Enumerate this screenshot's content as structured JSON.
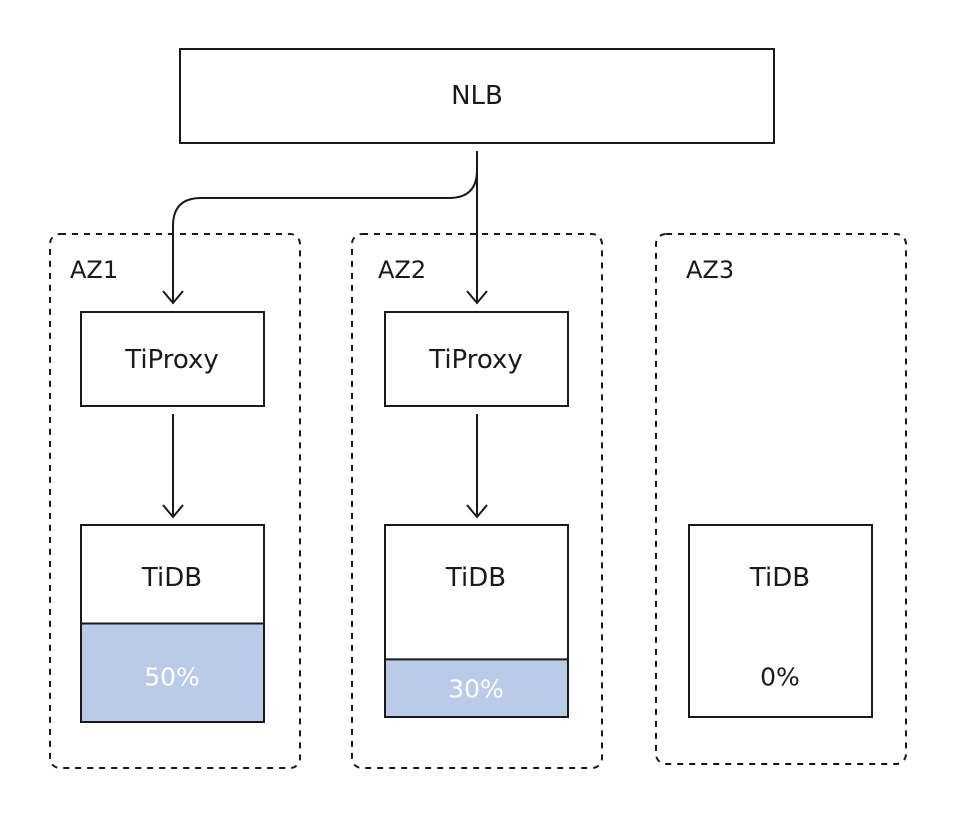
{
  "diagram": {
    "load_balancer": {
      "label": "NLB"
    },
    "zones": [
      {
        "label": "AZ1",
        "proxy": {
          "label": "TiProxy"
        },
        "tidb": {
          "label": "TiDB",
          "usage_label": "50%",
          "usage_fraction": 0.5
        }
      },
      {
        "label": "AZ2",
        "proxy": {
          "label": "TiProxy"
        },
        "tidb": {
          "label": "TiDB",
          "usage_label": "30%",
          "usage_fraction": 0.3
        }
      },
      {
        "label": "AZ3",
        "tidb": {
          "label": "TiDB",
          "usage_label": "0%",
          "usage_fraction": 0
        }
      }
    ],
    "colors": {
      "fill": "#b9cbe8",
      "stroke": "#1a1a1a",
      "text": "#1a1a1a",
      "text_on_fill": "#ffffff"
    }
  }
}
